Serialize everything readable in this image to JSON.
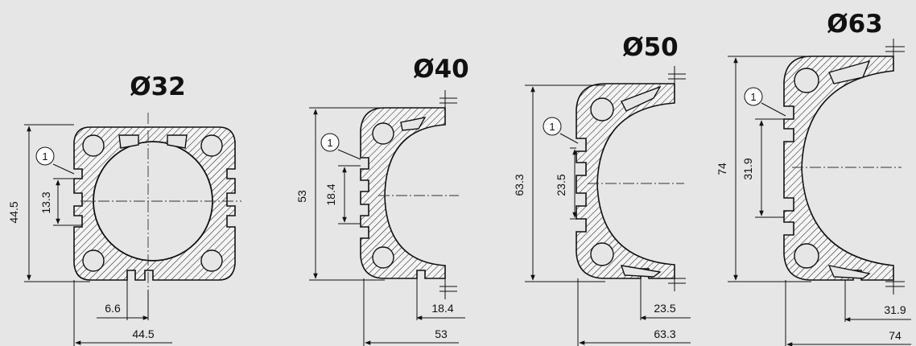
{
  "profiles": [
    {
      "id": "d32",
      "title": "Ø32",
      "height_label": "44.5",
      "slot_label": "13.3",
      "bottom_small": "6.6",
      "bottom_large": "44.5",
      "callout": "1"
    },
    {
      "id": "d40",
      "title": "Ø40",
      "height_label": "53",
      "slot_label": "18.4",
      "bottom_small": "18.4",
      "bottom_large": "53",
      "callout": "1"
    },
    {
      "id": "d50",
      "title": "Ø50",
      "height_label": "63.3",
      "slot_label": "23.5",
      "bottom_small": "23.5",
      "bottom_large": "63.3",
      "callout": "1"
    },
    {
      "id": "d63",
      "title": "Ø63",
      "height_label": "74",
      "slot_label": "31.9",
      "bottom_small": "31.9",
      "bottom_large": "74",
      "callout": "1"
    }
  ],
  "colors": {
    "background": "#e6e6e6",
    "line": "#111111"
  }
}
